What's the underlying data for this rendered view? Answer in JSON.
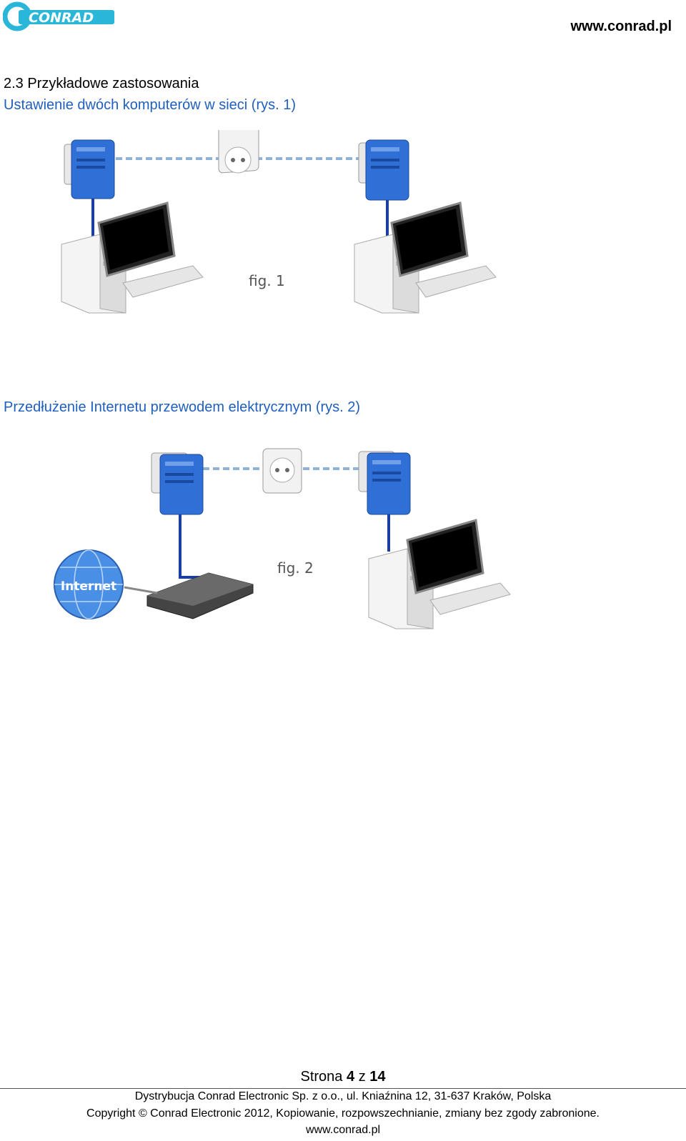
{
  "header": {
    "logo_text": "CONRAD",
    "url": "www.conrad.pl"
  },
  "content": {
    "section_heading": "2.3 Przykładowe zastosowania",
    "figure1": {
      "caption": "Ustawienie dwóch komputerów w sieci (rys. 1)",
      "label": "fig. 1"
    },
    "figure2": {
      "caption": "Przedłużenie Internetu przewodem elektrycznym (rys. 2)",
      "label": "fig. 2",
      "globe_label": "Internet"
    }
  },
  "footer": {
    "page_prefix": "Strona",
    "page_number": "4",
    "page_sep": "z",
    "page_total": "14",
    "distributor": "Dystrybucja Conrad Electronic Sp. z o.o., ul. Kniaźnina 12, 31-637 Kraków, Polska",
    "copyright": "Copyright © Conrad Electronic 2012, Kopiowanie, rozpowszechnianie, zmiany bez zgody zabronione.",
    "url": "www.conrad.pl"
  },
  "colors": {
    "heading_blue": "#1f5fbf",
    "adapter_blue": "#2f6fd6",
    "logo_cyan": "#29b6d9"
  }
}
